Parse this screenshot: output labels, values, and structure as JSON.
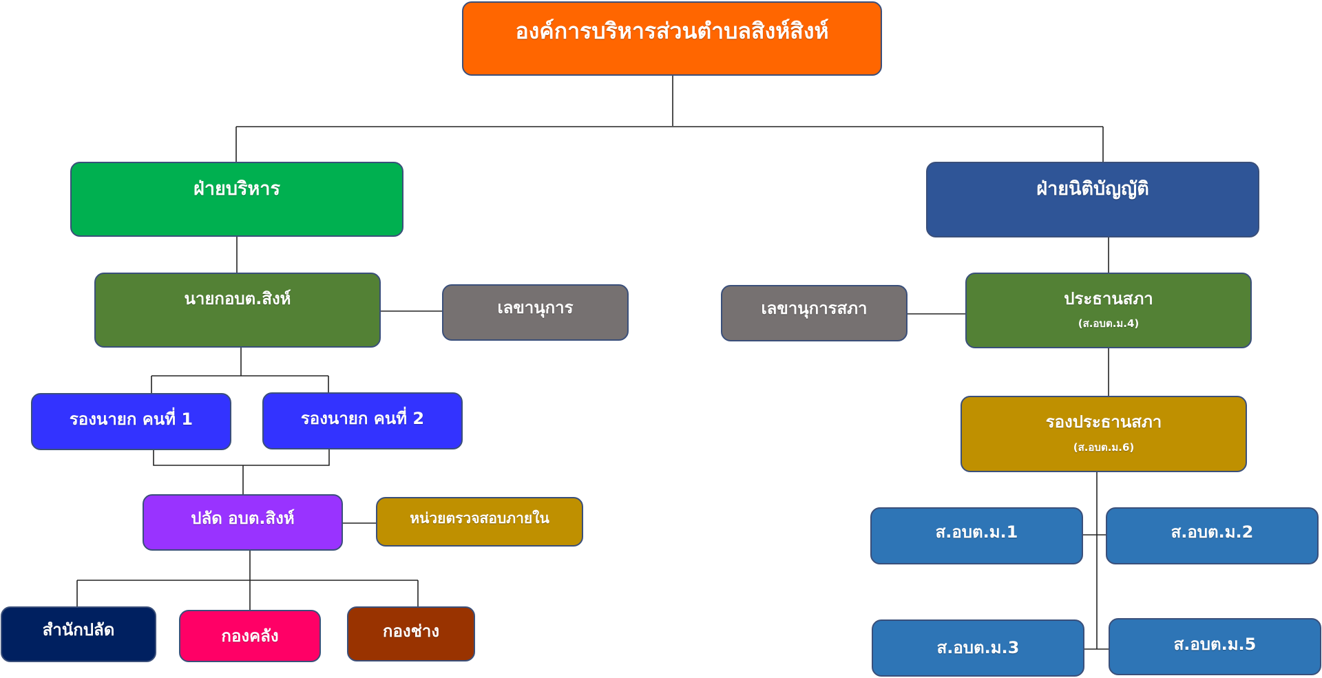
{
  "colors": {
    "line": "#222222",
    "border": "#3a4f7a"
  },
  "nodes": {
    "root": {
      "label": "องค์การบริหารส่วนตำบลสิงห์สิงห์",
      "color": "#ff6600"
    },
    "exec": {
      "label": "ฝ่ายบริหาร",
      "color": "#00b050"
    },
    "leg": {
      "label": "ฝ่ายนิติบัญญัติ",
      "color": "#2f5597"
    },
    "mayor": {
      "label": "นายกอบต.สิงห์",
      "color": "#538135"
    },
    "secretary": {
      "label": "เลขานุการ",
      "color": "#767171"
    },
    "council_sec": {
      "label": "เลขานุการสภา",
      "color": "#767171"
    },
    "chair": {
      "label": "ประธานสภา",
      "sub": "(ส.อบต.ม.4)",
      "color": "#538135"
    },
    "deputy1": {
      "label": "รองนายก คนที่ 1",
      "color": "#3333ff"
    },
    "deputy2": {
      "label": "รองนายก คนที่ 2",
      "color": "#3333ff"
    },
    "vice_chair": {
      "label": "รองประธานสภา",
      "sub": "(ส.อบต.ม.6)",
      "color": "#bf9000"
    },
    "palad": {
      "label": "ปลัด อบต.สิงห์",
      "color": "#9933ff"
    },
    "audit": {
      "label": "หน่วยตรวจสอบภายใน",
      "color": "#bf9000"
    },
    "m1": {
      "label": "ส.อบต.ม.1",
      "color": "#2e75b6"
    },
    "m2": {
      "label": "ส.อบต.ม.2",
      "color": "#2e75b6"
    },
    "m3": {
      "label": "ส.อบต.ม.3",
      "color": "#2e75b6"
    },
    "m5": {
      "label": "ส.อบต.ม.5",
      "color": "#2e75b6"
    },
    "office": {
      "label": "สำนักปลัด",
      "color": "#002060"
    },
    "finance": {
      "label": "กองคลัง",
      "color": "#ff0066"
    },
    "engineer": {
      "label": "กองช่าง",
      "color": "#993300"
    }
  }
}
